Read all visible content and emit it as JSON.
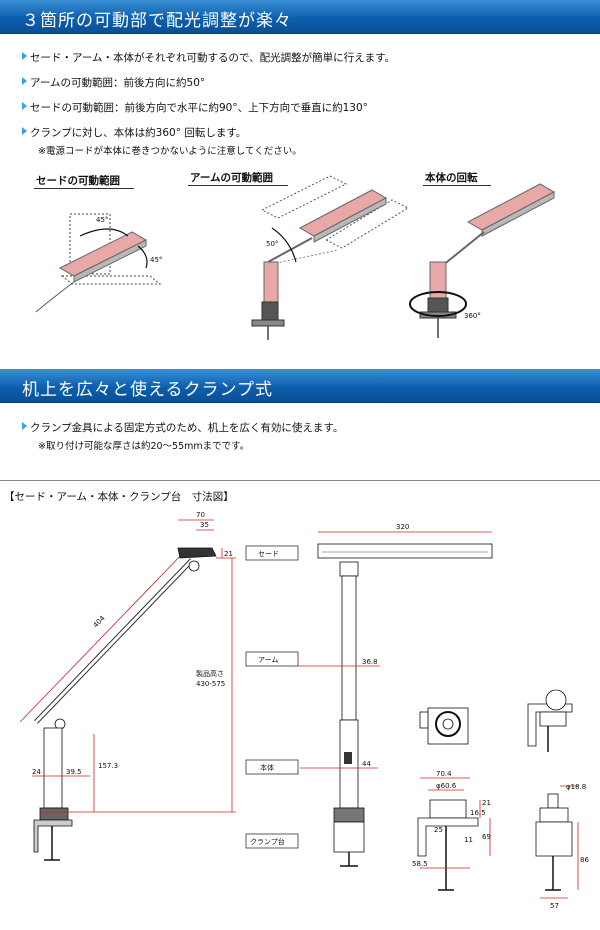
{
  "section1": {
    "title": "３箇所の可動部で配光調整が楽々",
    "bullets": [
      "セード・アーム・本体がそれぞれ可動するので、配光調整が簡単に行えます。",
      "アームの可動範囲：前後方向に約50°",
      "セードの可動範囲：前後方向で水平に約90°、上下方向で垂直に約130°",
      "クランプに対し、本体は約360° 回転します。"
    ],
    "note": "※電源コードが本体に巻きつかないように注意してください。",
    "captions": [
      "セードの可動範囲",
      "アームの可動範囲",
      "本体の回転"
    ],
    "angles": [
      "45°",
      "45°",
      "50°",
      "360°"
    ]
  },
  "section2": {
    "title": "机上を広々と使えるクランプ式",
    "bullets": [
      "クランプ金具による固定方式のため、机上を広く有効に使えます。"
    ],
    "note": "※取り付け可能な厚さは約20～55mmまでです。"
  },
  "dimensions": {
    "title": "【セード・アーム・本体・クランプ台　寸法図】",
    "parts": [
      "セード",
      "アーム",
      "本体",
      "クランプ台"
    ],
    "side": {
      "d70": "70",
      "d35": "35",
      "d21": "21",
      "d404": "404",
      "height_label": "製品高さ",
      "height_range": "430-575",
      "d157": "157.3",
      "d24": "24",
      "d39": "39.5"
    },
    "front": {
      "d320": "320",
      "d36": "36.8",
      "d44": "44"
    },
    "clamp": {
      "d704": "70.4",
      "d606": "φ60.6",
      "d21": "21",
      "d165": "16.5",
      "d25": "25",
      "d11": "11",
      "d69": "69",
      "d585": "58.5",
      "d188": "φ18.8",
      "d86": "86",
      "d57": "57"
    }
  },
  "colors": {
    "banner": "#0d5fae",
    "bullet": "#3aa0e6",
    "shade_pink": "#e8a8a8",
    "dim_red": "#d02020"
  }
}
